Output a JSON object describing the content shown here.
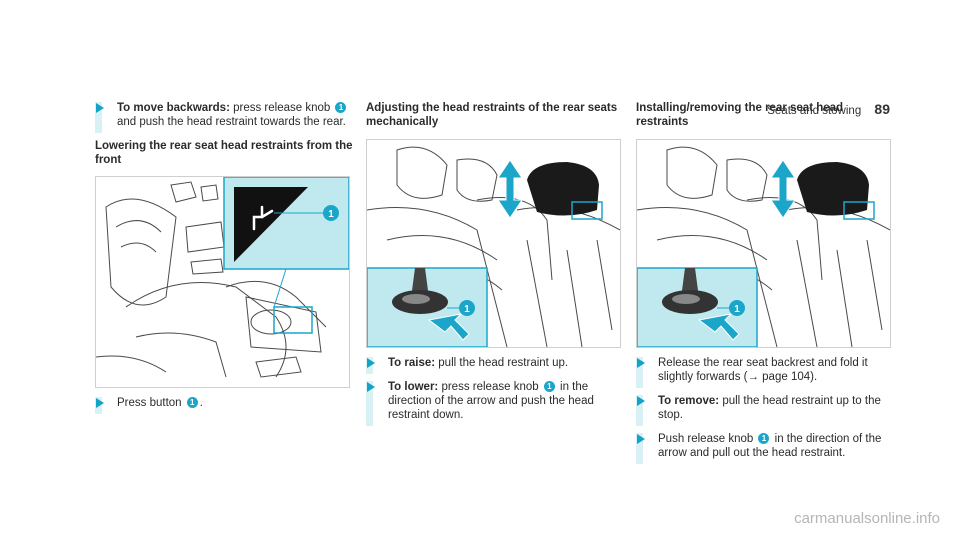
{
  "header": {
    "section": "Seats and stowing",
    "page": "89"
  },
  "col1": {
    "step1_bold": "To move backwards:",
    "step1_text1": " press release knob ",
    "step1_text2": " and push the head restraint towards the rear.",
    "heading": "Lowering the rear seat head restraints from the front",
    "step2_text1": "Press button ",
    "step2_text2": "."
  },
  "col2": {
    "heading": "Adjusting the head restraints of the rear seats mechanically",
    "step1_bold": "To raise:",
    "step1_text": " pull the head restraint up.",
    "step2_bold": "To lower:",
    "step2_text1": " press release knob ",
    "step2_text2": " in the direction of the arrow and push the head restraint down."
  },
  "col3": {
    "heading": "Installing/removing the rear seat head restraints",
    "step1_text": "Release the rear seat backrest and fold it slightly forwards (→ page 104).",
    "step2_bold": "To remove:",
    "step2_text": " pull the head restraint up to the stop.",
    "step3_text1": "Push release knob ",
    "step3_text2": " in the direction of the arrow and pull out the head restraint."
  },
  "badge_label": "1",
  "footer": {
    "watermark": "carmanualsonline.info"
  },
  "colors": {
    "accent": "#1ba6c9",
    "callout_fill": "#bfe9ef",
    "bullet_bar": "#d8f1f5"
  }
}
